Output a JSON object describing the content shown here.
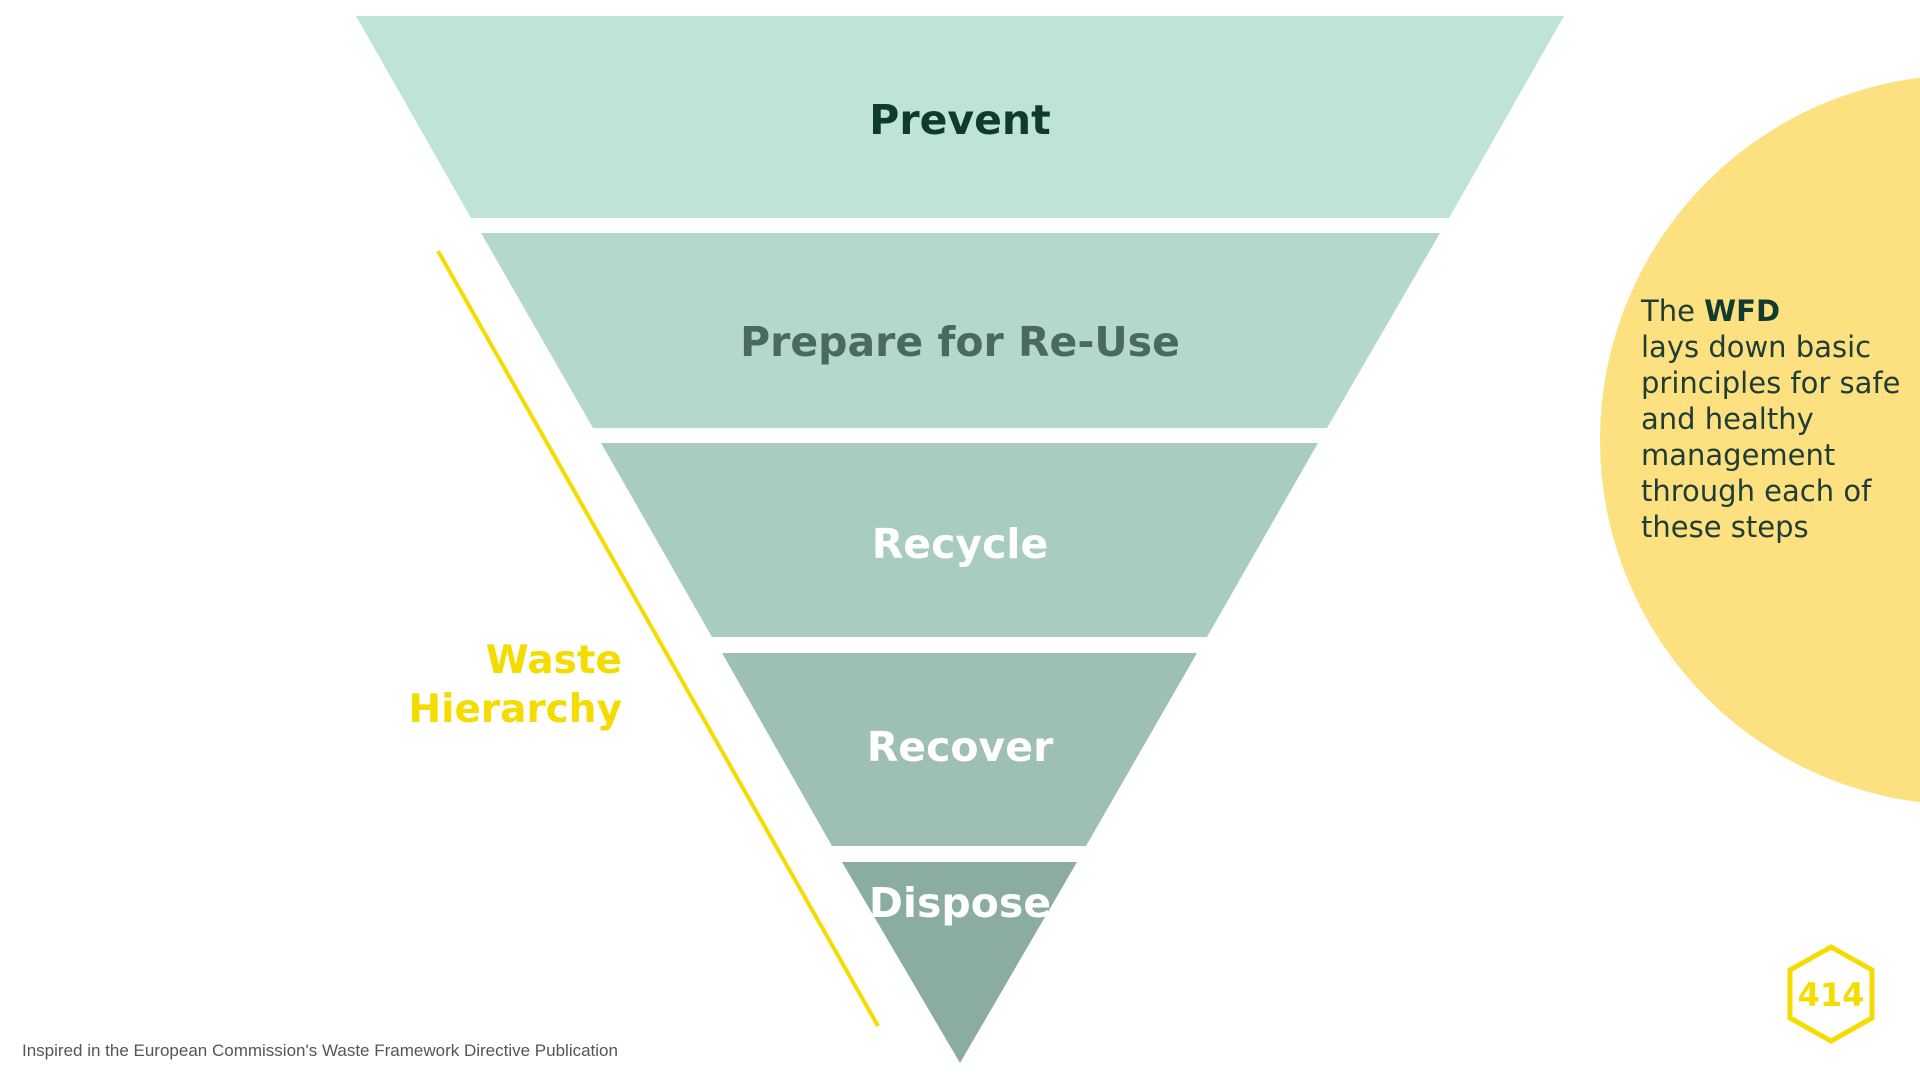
{
  "diagram": {
    "tiers": [
      {
        "label": "Prevent",
        "fill": "#bfe3d7",
        "text_color": "#0f3b2e"
      },
      {
        "label": "Prepare for Re-Use",
        "fill": "#b4d9cc",
        "text_color": "#4a6a5e"
      },
      {
        "label": "Recycle",
        "fill": "#a9ccc1",
        "text_color": "#ffffff"
      },
      {
        "label": "Recover",
        "fill": "#9dbfb4",
        "text_color": "#ffffff"
      },
      {
        "label": "Dispose",
        "fill": "#8aaca2",
        "text_color": "#ffffff"
      }
    ],
    "side_label_lines": [
      "Waste",
      "Hierarchy"
    ],
    "accent_color": "#f5dc00"
  },
  "info": {
    "prefix": "The ",
    "emphasis": "WFD",
    "body": "lays down basic principles for safe and healthy management through each of these steps",
    "circle_color": "#fde07f"
  },
  "footnote": "Inspired in the European Commission's Waste Framework Directive Publication",
  "logo": {
    "text": "414",
    "color": "#f5dc00"
  }
}
